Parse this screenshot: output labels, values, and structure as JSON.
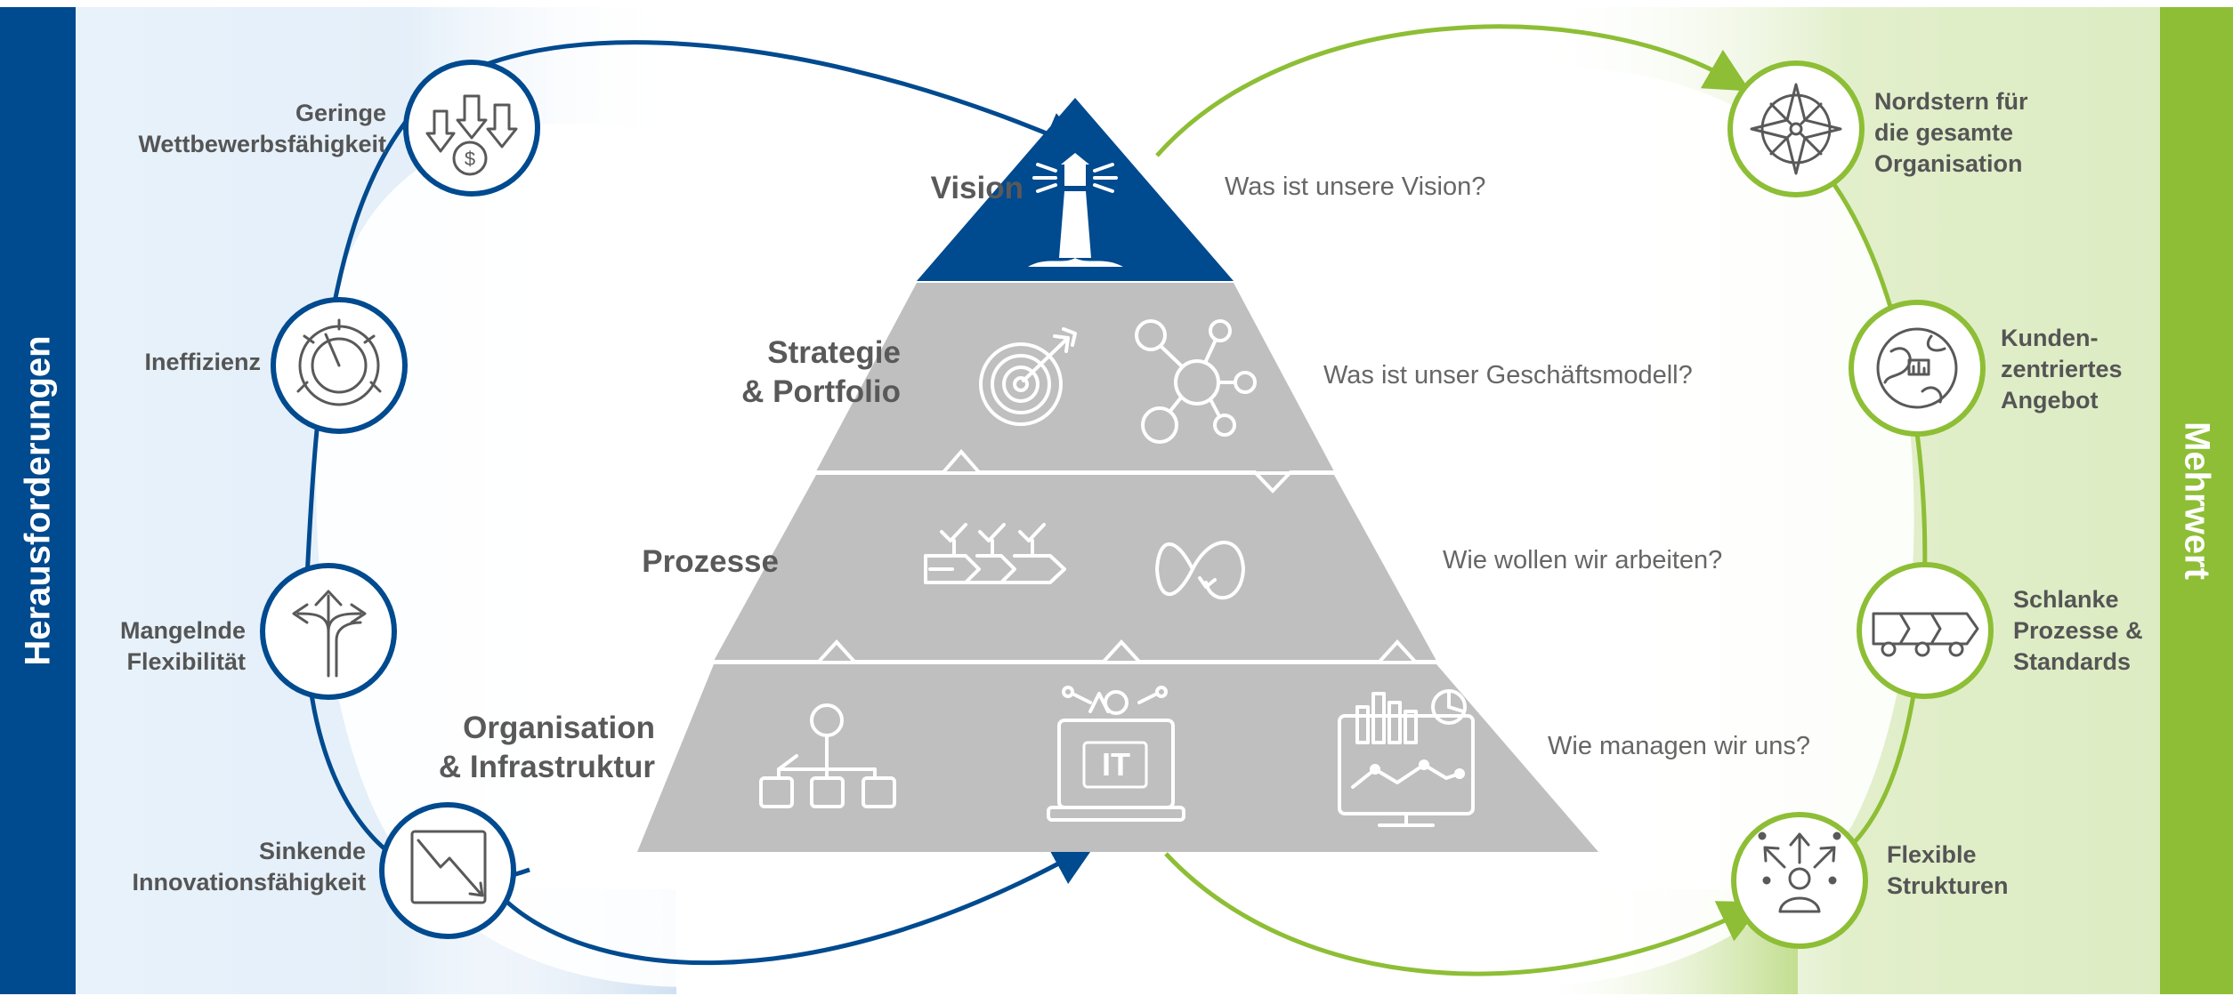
{
  "colors": {
    "blue": "#004A8F",
    "green": "#8DBE35",
    "pyramid_gray": "#BFBFBF",
    "text_gray": "#595959"
  },
  "sidebar_left": {
    "label": "Herausforderungen"
  },
  "sidebar_right": {
    "label": "Mehrwert"
  },
  "challenges": [
    {
      "line1": "Geringe",
      "line2": "Wettbewerbsfähigkeit",
      "icon": "falling-money-arrows-icon"
    },
    {
      "line1": "Ineffizienz",
      "line2": "",
      "icon": "gauge-gear-icon"
    },
    {
      "line1": "Mangelnde",
      "line2": "Flexibilität",
      "icon": "split-arrows-icon"
    },
    {
      "line1": "Sinkende",
      "line2": "Innovationsfähigkeit",
      "icon": "declining-chart-icon"
    }
  ],
  "benefits": [
    {
      "line1": "Nordstern für",
      "line2": "die gesamte",
      "line3": "Organisation",
      "icon": "compass-rose-icon"
    },
    {
      "line1": "Kunden-",
      "line2": "zentriertes",
      "line3": "Angebot",
      "icon": "globe-map-icon"
    },
    {
      "line1": "Schlanke",
      "line2": "Prozesse &",
      "line3": "Standards",
      "icon": "process-chain-icon"
    },
    {
      "line1": "Flexible",
      "line2": "Strukturen",
      "line3": "",
      "icon": "person-arrows-icon"
    }
  ],
  "levels": [
    {
      "line1": "Vision",
      "line2": "",
      "question": "Was ist unsere Vision?",
      "icons": [
        "lighthouse-icon"
      ]
    },
    {
      "line1": "Strategie",
      "line2": "& Portfolio",
      "question": "Was ist unser Geschäftsmodell?",
      "icons": [
        "target-arrow-icon",
        "network-nodes-icon"
      ]
    },
    {
      "line1": "Prozesse",
      "line2": "",
      "question": "Wie wollen wir arbeiten?",
      "icons": [
        "checked-steps-icon",
        "infinity-loop-icon"
      ]
    },
    {
      "line1": "Organisation",
      "line2": "& Infrastruktur",
      "question": "Wie managen wir uns?",
      "icons": [
        "org-chart-icon",
        "it-laptop-icon",
        "dashboard-monitor-icon"
      ]
    }
  ],
  "it_icon_text": "IT"
}
